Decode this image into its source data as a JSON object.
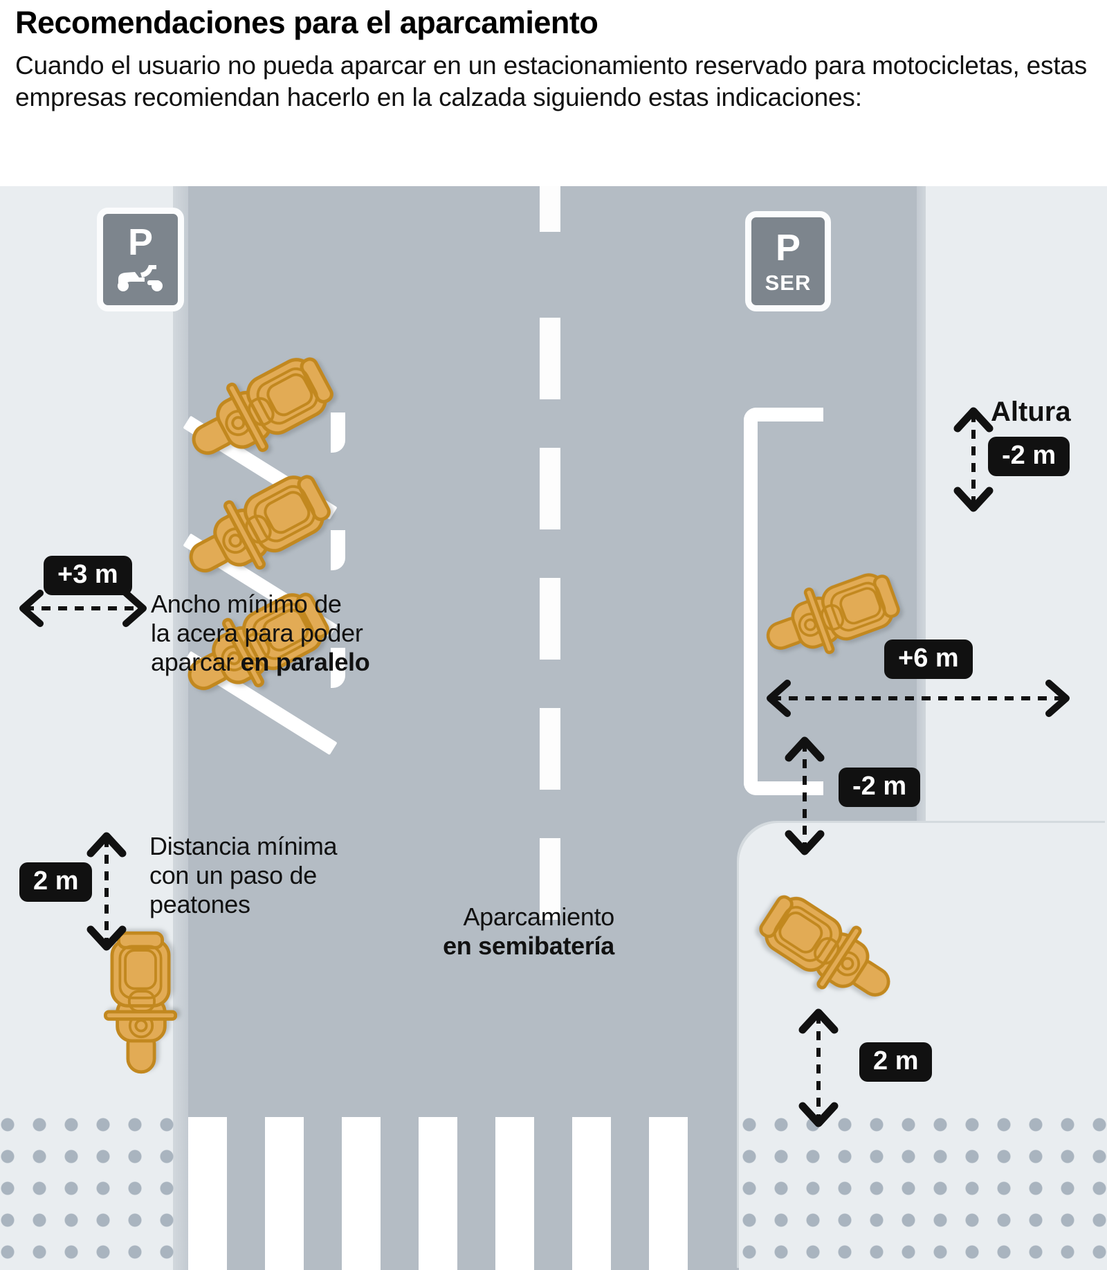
{
  "header": {
    "title": "Recomendaciones para el aparcamiento",
    "subtitle": "Cuando el usuario no pueda aparcar en un estacionamiento reservado para motocicletas, estas empresas recomiendan hacerlo en la calzada siguiendo estas indicaciones:"
  },
  "signs": {
    "moto_parking": {
      "letter": "P",
      "icon": "scooter-icon"
    },
    "ser_parking": {
      "letter": "P",
      "sub": "SER"
    }
  },
  "badges": {
    "sidewalk_width": "+3 m",
    "crosswalk_distance_left": "2 m",
    "ser_height": "-2 m",
    "bay_length": "+6 m",
    "semi_height": "-2 m",
    "crosswalk_distance_right": "2 m"
  },
  "callouts": {
    "sidewalk_width": {
      "line1": "Ancho mínimo de",
      "line2": "la acera para poder",
      "line3_normal": "aparcar ",
      "line3_bold": "en paralelo"
    },
    "crosswalk_distance": {
      "line1": "Distancia mínima",
      "line2": "con un paso de",
      "line3": "peatones"
    },
    "semi_battery": {
      "line1": "Aparcamiento",
      "line2_bold": "en semibatería"
    },
    "altura_label": "Altura"
  },
  "colors": {
    "moto_fill": "#e2ab55",
    "moto_stroke": "#c2881f",
    "road": "#b4bcc4",
    "sidewalk": "#e9edf0",
    "sign_bg": "#7d858d",
    "badge_bg": "#111111",
    "marking_white": "#ffffff",
    "dot_gray": "#a9b4bf"
  }
}
